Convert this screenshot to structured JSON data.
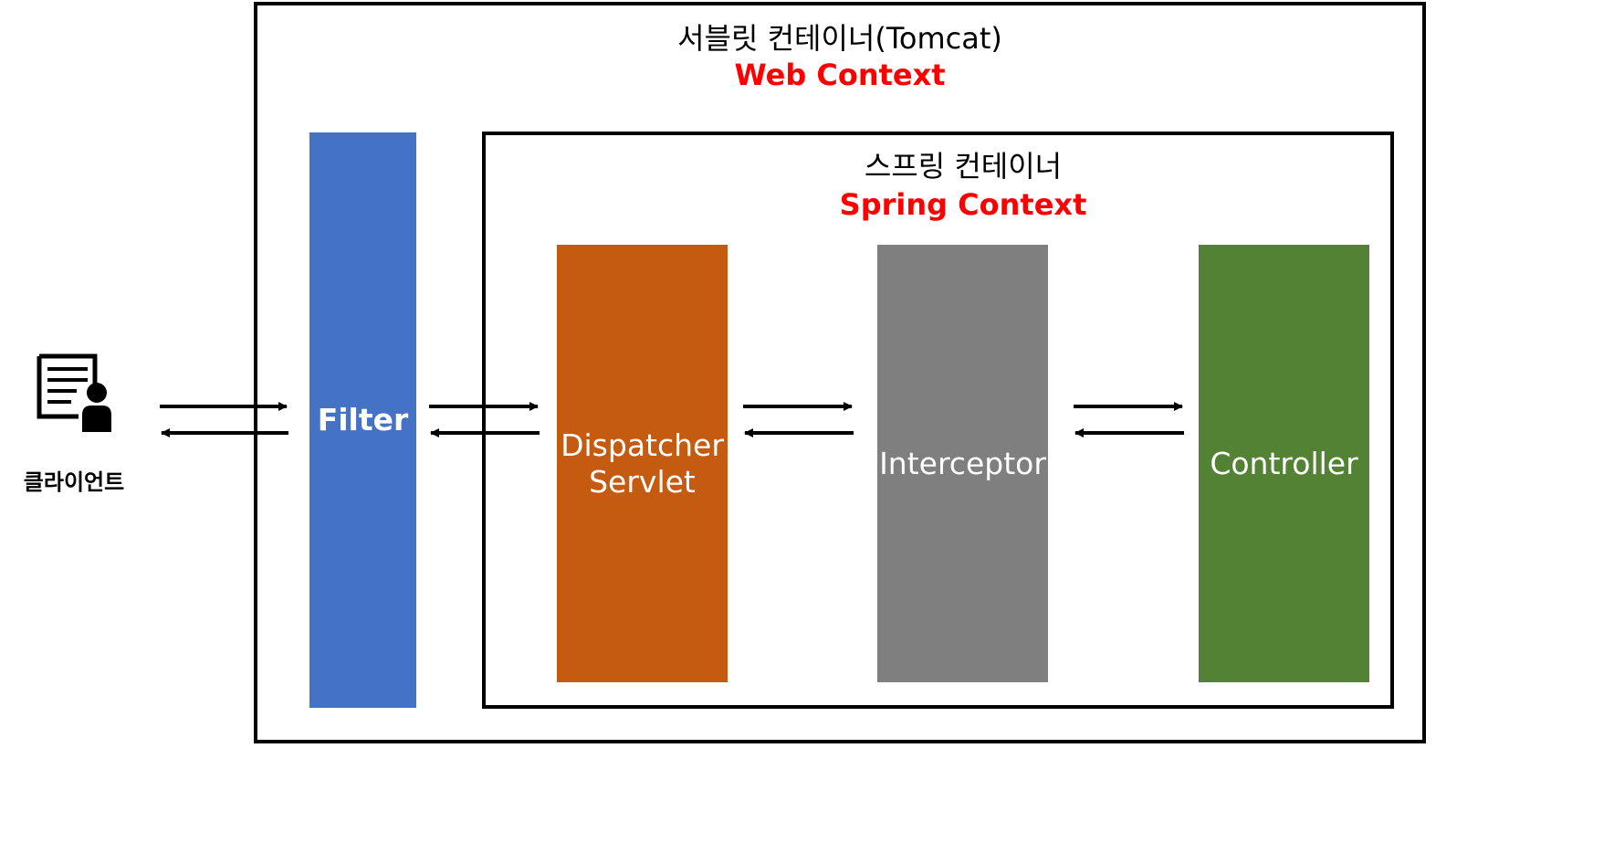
{
  "servlet_container": {
    "title_ko": "서블릿 컨테이너(Tomcat)",
    "title_en": "Web Context"
  },
  "spring_container": {
    "title_ko": "스프링 컨테이너",
    "title_en": "Spring Context"
  },
  "client": {
    "icon": "client-document-user-icon",
    "label": "클라이언트"
  },
  "components": {
    "filter": {
      "label": "Filter",
      "color": "#4472C4"
    },
    "dispatcher": {
      "label": "Dispatcher\nServlet",
      "color": "#C55A11"
    },
    "interceptor": {
      "label": "Interceptor",
      "color": "#7F7F7F"
    },
    "controller": {
      "label": "Controller",
      "color": "#548235"
    }
  },
  "colors": {
    "accent_title": "#FF0000",
    "border": "#000000",
    "arrow": "#000000"
  }
}
